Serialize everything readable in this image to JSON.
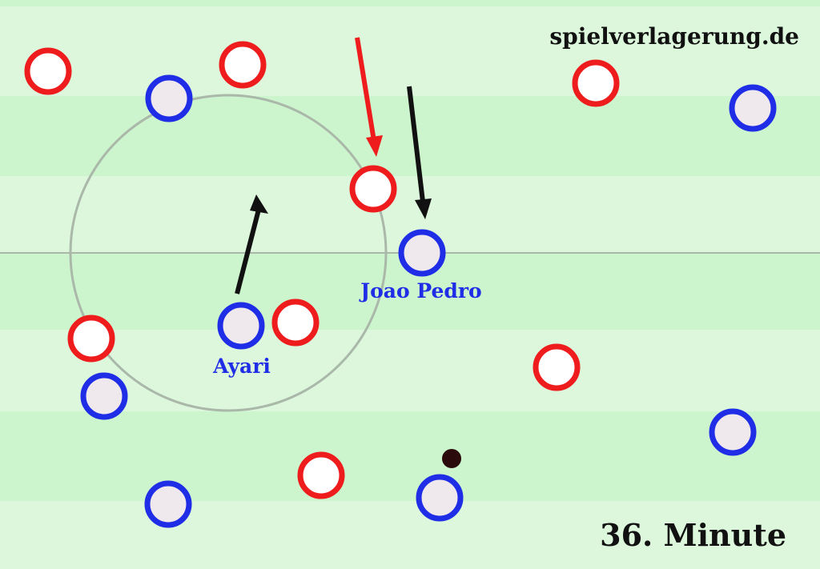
{
  "watermark": "spielverlagerung.de",
  "minute": "36. Minute",
  "colors": {
    "stripe_light": "#dcf7dc",
    "stripe_dark": "#cdf5cd",
    "red_team": "#ee1c1c",
    "blue_team": "#1f2ee6",
    "blue_fill": "#efe8ec",
    "red_fill": "#ffffff",
    "arrow_black": "#111111",
    "arrow_red": "#ee1c1c",
    "ball": "#2a0a0a",
    "lines": "#aab8aa"
  },
  "players": {
    "red": [
      {
        "id": "r1"
      },
      {
        "id": "r2"
      },
      {
        "id": "r3"
      },
      {
        "id": "r4"
      },
      {
        "id": "r5"
      },
      {
        "id": "r6"
      },
      {
        "id": "r7"
      },
      {
        "id": "r8"
      },
      {
        "id": "r9"
      }
    ],
    "blue": [
      {
        "id": "b1"
      },
      {
        "id": "b2"
      },
      {
        "id": "b3",
        "label": "Joao Pedro"
      },
      {
        "id": "b4",
        "label": "Ayari"
      },
      {
        "id": "b5"
      },
      {
        "id": "b6"
      },
      {
        "id": "b7"
      },
      {
        "id": "b8"
      }
    ]
  },
  "arrows": [
    {
      "id": "ayari-run",
      "color": "black"
    },
    {
      "id": "red-press",
      "color": "red"
    },
    {
      "id": "joao-run",
      "color": "black"
    }
  ]
}
